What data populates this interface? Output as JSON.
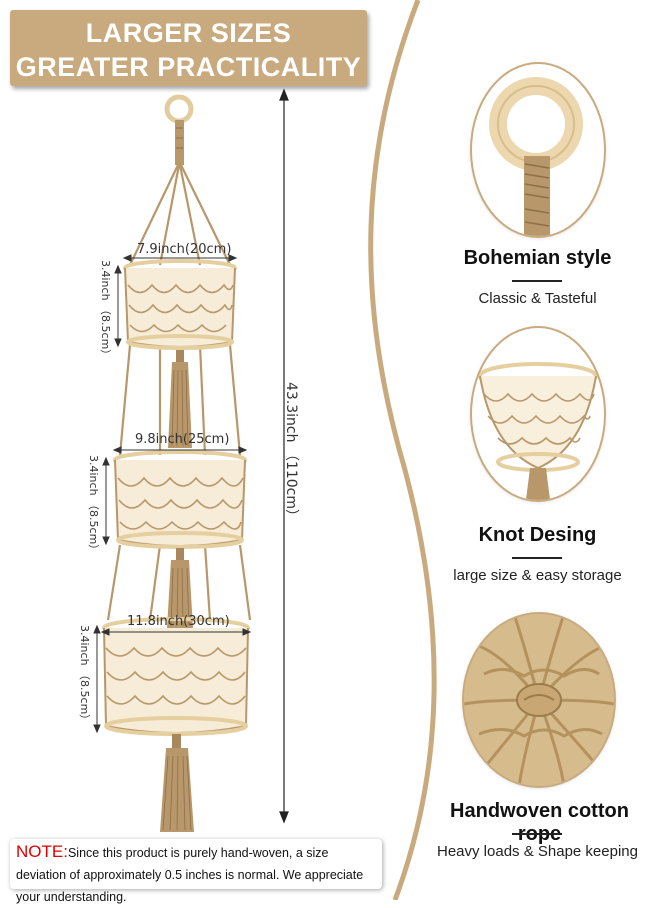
{
  "banner": {
    "line1": "LARGER SIZES",
    "line2": "GREATER PRACTICALITY"
  },
  "dimensions": {
    "tier1_width": "7.9inch(20cm)",
    "tier2_width": "9.8inch(25cm)",
    "tier3_width": "11.8inch(30cm)",
    "tier_height": "3.4inch （8.5cm）",
    "total_length": "43.3inch （110cm）"
  },
  "features": [
    {
      "title": "Bohemian style",
      "subtitle": "Classic & Tasteful",
      "icon": "wooden-ring-image"
    },
    {
      "title": "Knot Desing",
      "subtitle": "large size & easy storage",
      "icon": "knot-basket-image"
    },
    {
      "title": "Handwoven cotton rope",
      "subtitle": "Heavy loads & Shape keeping",
      "icon": "rope-closeup-image"
    }
  ],
  "note": {
    "label": "NOTE:",
    "text": "Since this product is purely hand-woven, a size deviation of approximately 0.5 inches is  normal. We appreciate your understanding."
  },
  "colors": {
    "accent": "#c9aa7e",
    "rope": "#b8976a",
    "wood": "#e8d3a6",
    "note_label": "#dd0000"
  }
}
